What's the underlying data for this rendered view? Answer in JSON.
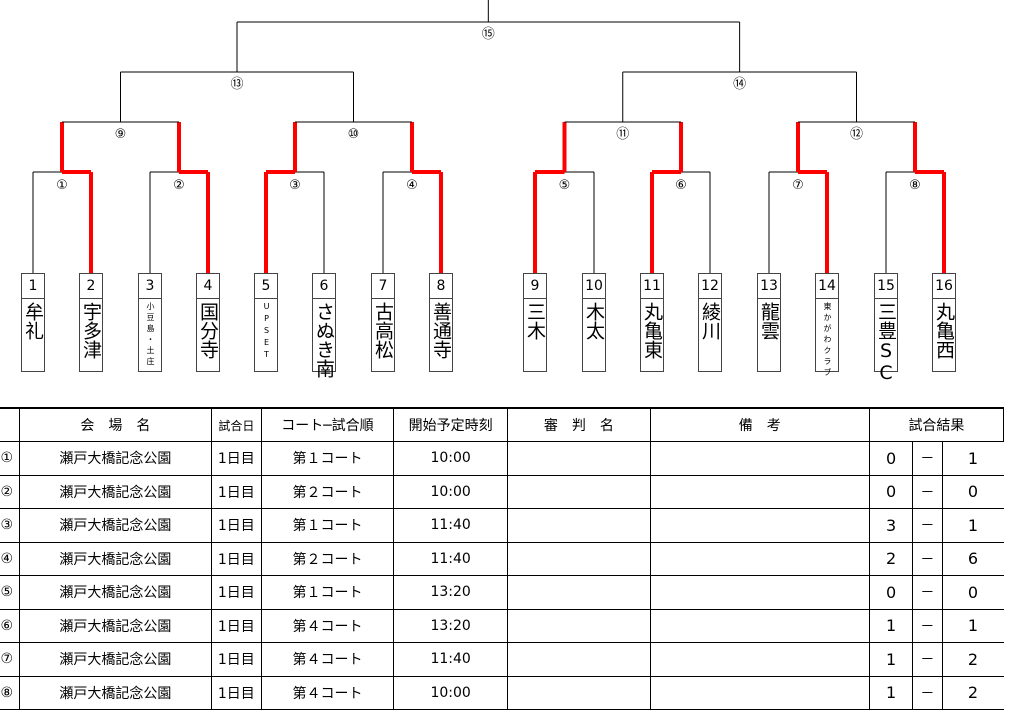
{
  "teams": [
    {
      "no": "1",
      "name": "牟礼"
    },
    {
      "no": "2",
      "name": "宇多津"
    },
    {
      "no": "3",
      "name": "小豆島・土庄",
      "small": true
    },
    {
      "no": "4",
      "name": "国分寺"
    },
    {
      "no": "5",
      "name": "UPSET",
      "small": true
    },
    {
      "no": "6",
      "name": "さぬき南"
    },
    {
      "no": "7",
      "name": "古高松"
    },
    {
      "no": "8",
      "name": "善通寺"
    },
    {
      "no": "9",
      "name": "三木"
    },
    {
      "no": "10",
      "name": "木太"
    },
    {
      "no": "11",
      "name": "丸亀東"
    },
    {
      "no": "12",
      "name": "綾川"
    },
    {
      "no": "13",
      "name": "龍雲"
    },
    {
      "no": "14",
      "name": "東かがわクラブ",
      "small": true
    },
    {
      "no": "15",
      "name": "三豊SC"
    },
    {
      "no": "16",
      "name": "丸亀西"
    }
  ],
  "match_labels": [
    "①",
    "②",
    "③",
    "④",
    "⑤",
    "⑥",
    "⑦",
    "⑧",
    "⑨",
    "⑩",
    "⑪",
    "⑫",
    "⑬",
    "⑭",
    "⑮"
  ],
  "round1_winners": [
    2,
    4,
    5,
    8,
    9,
    11,
    14,
    16
  ],
  "winner_color": "#ff0000",
  "table": {
    "headers": [
      "会　場　名",
      "試合日",
      "コート─試合順",
      "開始予定時刻",
      "審　判　名",
      "備　考",
      "試合結果"
    ],
    "rows": [
      {
        "no": "①",
        "venue": "瀬戸大橋記念公園",
        "day": "1日目",
        "court": "第１コート",
        "time": "10:00",
        "s1": "0",
        "dash": "－",
        "s2": "1"
      },
      {
        "no": "②",
        "venue": "瀬戸大橋記念公園",
        "day": "1日目",
        "court": "第２コート",
        "time": "10:00",
        "s1": "0",
        "dash": "－",
        "s2": "0"
      },
      {
        "no": "③",
        "venue": "瀬戸大橋記念公園",
        "day": "1日目",
        "court": "第１コート",
        "time": "11:40",
        "s1": "3",
        "dash": "－",
        "s2": "1"
      },
      {
        "no": "④",
        "venue": "瀬戸大橋記念公園",
        "day": "1日目",
        "court": "第２コート",
        "time": "11:40",
        "s1": "2",
        "dash": "－",
        "s2": "6"
      },
      {
        "no": "⑤",
        "venue": "瀬戸大橋記念公園",
        "day": "1日目",
        "court": "第１コート",
        "time": "13:20",
        "s1": "0",
        "dash": "－",
        "s2": "0"
      },
      {
        "no": "⑥",
        "venue": "瀬戸大橋記念公園",
        "day": "1日目",
        "court": "第４コート",
        "time": "13:20",
        "s1": "1",
        "dash": "－",
        "s2": "1"
      },
      {
        "no": "⑦",
        "venue": "瀬戸大橋記念公園",
        "day": "1日目",
        "court": "第４コート",
        "time": "11:40",
        "s1": "1",
        "dash": "－",
        "s2": "2"
      },
      {
        "no": "⑧",
        "venue": "瀬戸大橋記念公園",
        "day": "1日目",
        "court": "第４コート",
        "time": "10:00",
        "s1": "1",
        "dash": "－",
        "s2": "2"
      }
    ]
  }
}
